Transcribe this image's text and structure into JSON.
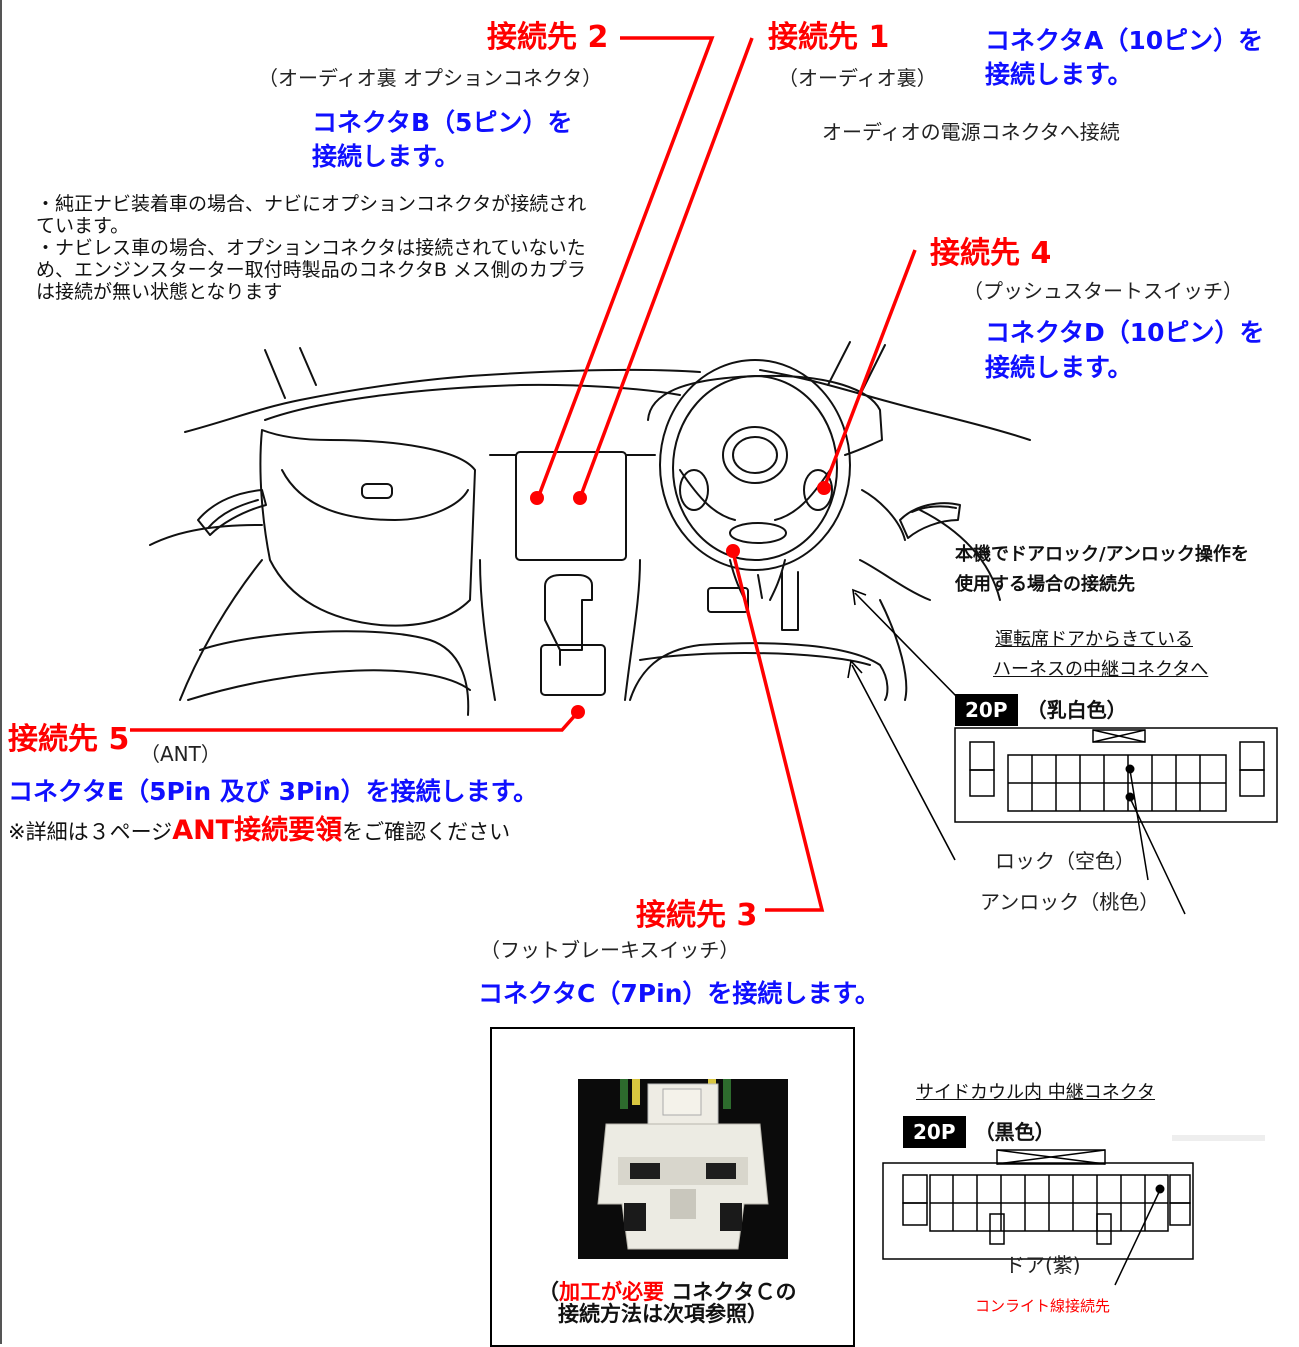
{
  "targets": {
    "t1": {
      "title": "接続先 1",
      "location": "（オーディオ裏）",
      "connector_line1": "コネクタA（10ピン）を",
      "connector_line2": "接続します。",
      "note": "オーディオの電源コネクタへ接続"
    },
    "t2": {
      "title": "接続先 2",
      "location": "（オーディオ裏 オプションコネクタ）",
      "connector_line1": "コネクタB（5ピン）を",
      "connector_line2": "接続します。",
      "notes": [
        "・純正ナビ装着車の場合、ナビにオプションコネクタが接続されています。",
        "・ナビレス車の場合、オプションコネクタは接続されていないため、エンジンスターター取付時製品のコネクタB メス側のカプラは接続が無い状態となります"
      ]
    },
    "t3": {
      "title": "接続先 3",
      "location": "（フットブレーキスイッチ）",
      "connector": "コネクタC（7Pin）を接続します。"
    },
    "t4": {
      "title": "接続先 4",
      "location": "（プッシュスタートスイッチ）",
      "connector_line1": "コネクタD（10ピン）を",
      "connector_line2": "接続します。"
    },
    "t5": {
      "title": "接続先 5",
      "location": "（ANT）",
      "connector": "コネクタE（5Pin 及び 3Pin）を接続します。",
      "detail_prefix": "※詳細は３ページ",
      "detail_highlight": "ANT接続要領",
      "detail_suffix": "をご確認ください"
    }
  },
  "door_lock": {
    "heading_line1": "本機でドアロック/アンロック操作を",
    "heading_line2": "使用する場合の接続先",
    "harness_line1": "運転席ドアからきている",
    "harness_line2": "ハーネスの中継コネクタへ",
    "connector1_badge": "20P",
    "connector1_color": "（乳白色）",
    "lock_label": "ロック（空色）",
    "unlock_label": "アンロック（桃色）",
    "cowl_title": "サイドカウル内 中継コネクタ",
    "connector2_badge": "20P",
    "connector2_color": "（黒色）",
    "door_label": "ドア(紫)",
    "courtesy_label": "コンライト線接続先"
  },
  "photo_caption": {
    "highlight": "加工が必要",
    "line1_rest": " コネクタＣの",
    "line2": "接続方法は次項参照）",
    "open": "（"
  },
  "colors": {
    "accent_red": "#ff0000",
    "accent_blue": "#1010ff"
  }
}
